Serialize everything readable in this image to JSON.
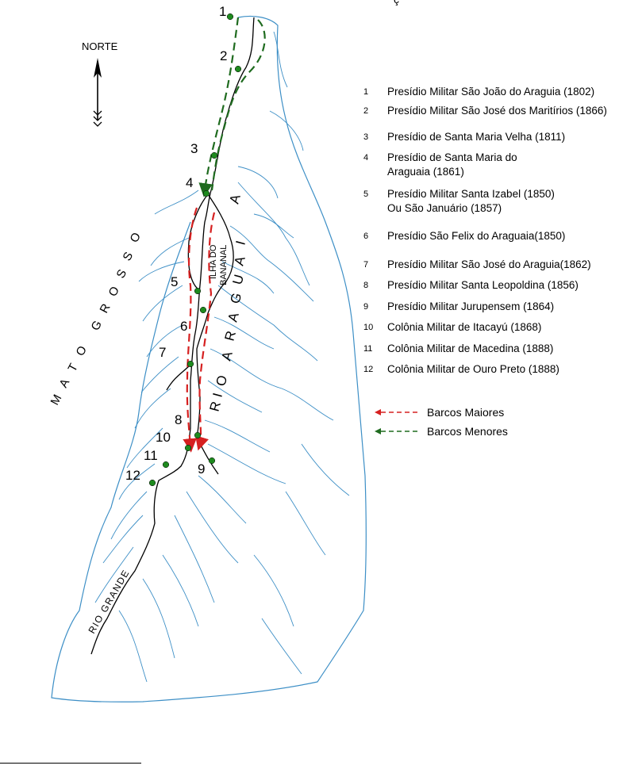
{
  "top_fragment": "ç",
  "north": {
    "label": "NORTE",
    "icon": "north-arrow-icon"
  },
  "labels": {
    "mato_grosso": [
      "M",
      "A",
      "T",
      "O",
      "G",
      "R",
      "O",
      "S",
      "S",
      "O"
    ],
    "rio_araguaia": [
      "R",
      "I",
      "O",
      "A",
      "R",
      "A",
      "G",
      "U",
      "A",
      "I",
      "A"
    ],
    "rio_grande": "RIO GRANDE",
    "ilha_do_bananal": [
      "ILHA DO",
      "BANANAL"
    ]
  },
  "site_numbers": [
    "1",
    "2",
    "3",
    "4",
    "5",
    "6",
    "7",
    "8",
    "9",
    "10",
    "11",
    "12"
  ],
  "legend": [
    {
      "n": "1",
      "lines": [
        "Presídio Militar São João do Araguia (1802)"
      ]
    },
    {
      "n": "2",
      "lines": [
        "Presídio Militar  São José dos Maritírios (1866)"
      ]
    },
    {
      "n": "3",
      "lines": [
        "Presídio de Santa Maria Velha (1811)"
      ]
    },
    {
      "n": "4",
      "lines": [
        "Presídio  de Santa Maria   do",
        "Araguaia (1861)"
      ]
    },
    {
      "n": "5",
      "lines": [
        "Presídio Militar Santa Izabel (1850)",
        "Ou São Januário (1857)"
      ]
    },
    {
      "n": "6",
      "lines": [
        "Presídio São Felix do Araguaia(1850)"
      ]
    },
    {
      "n": "7",
      "lines": [
        "Presídio Militar São José do Araguia(1862)"
      ]
    },
    {
      "n": "8",
      "lines": [
        "Presídio Militar Santa Leopoldina (1856)"
      ]
    },
    {
      "n": "9",
      "lines": [
        "Presídio Militar Jurupensem (1864)"
      ]
    },
    {
      "n": "10",
      "lines": [
        "Colônia Militar de Itacayú (1868)"
      ]
    },
    {
      "n": "11",
      "lines": [
        "Colônia Militar de Macedina (1888)"
      ]
    },
    {
      "n": "12",
      "lines": [
        "Colônia Militar de Ouro Preto (1888)"
      ]
    }
  ],
  "boats": {
    "larger": {
      "label": "Barcos  Maiores",
      "color": "#d62020"
    },
    "smaller": {
      "label": "Barcos Menores",
      "color": "#1f6b1f"
    }
  },
  "colors": {
    "river": "#3d8fc6",
    "main_river": "#000000",
    "site": "#1e8a1e"
  }
}
